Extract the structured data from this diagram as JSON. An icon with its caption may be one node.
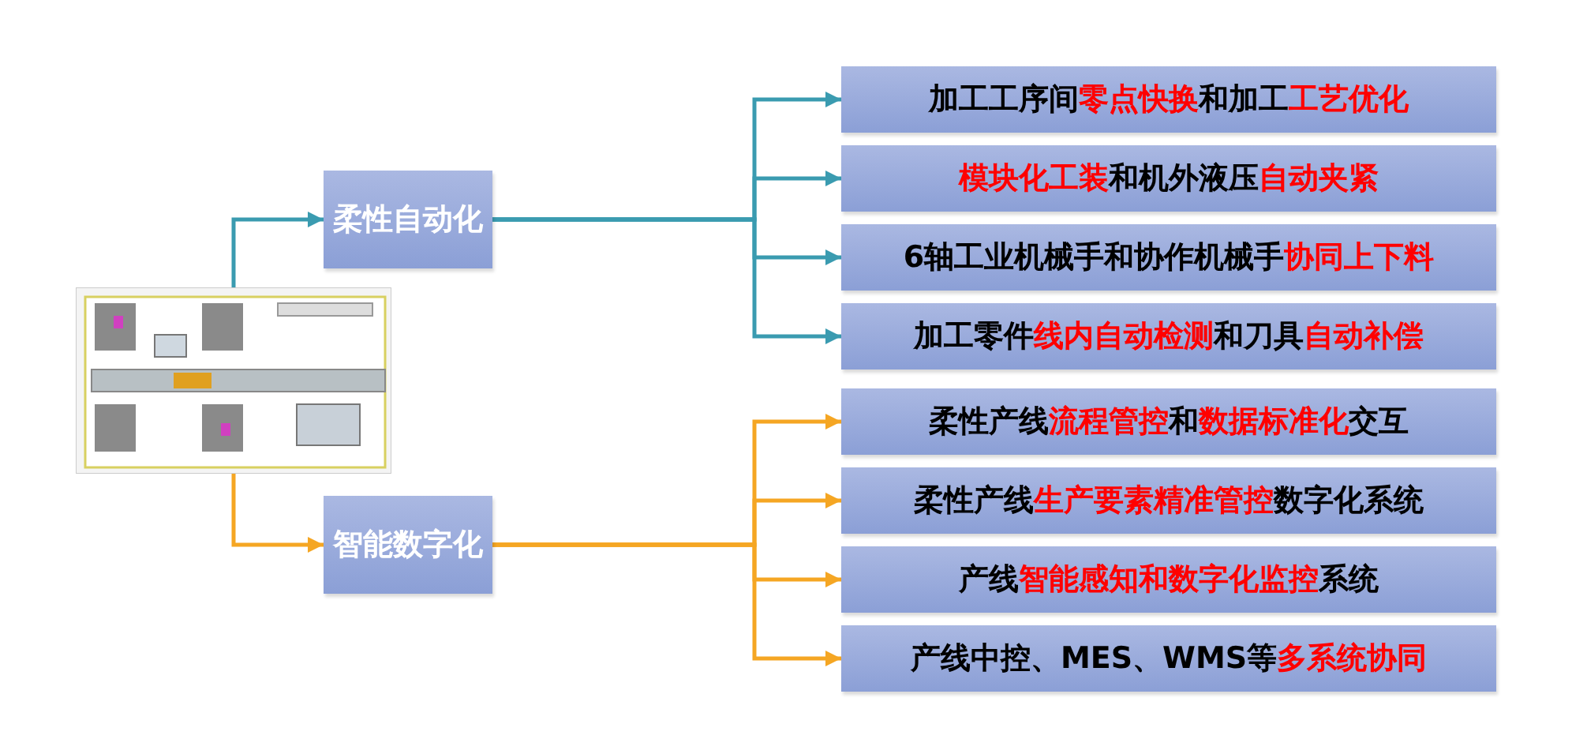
{
  "diagram": {
    "nodes": [
      {
        "text": [],
        "shape": "picture"
      },
      {
        "text": [
          "柔性自动化"
        ]
      },
      {
        "text": [
          "加工工序间**零点快换**和加工**工艺优化**"
        ]
      },
      {
        "text": [
          "**模块化工装**和机外液压**自动夹紧**"
        ]
      },
      {
        "text": [
          "6轴工业机械手和协作机械手**协同上下料**"
        ]
      },
      {
        "text": [
          "加工零件**线内自动检测**和刀具**自动补偿**"
        ]
      },
      {
        "text": [
          "智能数字化"
        ]
      },
      {
        "text": [
          "柔性产线**流程管控**和**数据标准化**交互"
        ]
      },
      {
        "text": [
          "柔性产线**生产要素精准管控**数字化系统"
        ]
      },
      {
        "text": [
          "产线**智能感知和数字化监控**系统"
        ]
      },
      {
        "text": [
          "产线中控、MES、WMS等**多系统协同**"
        ]
      }
    ],
    "edges": [
      {
        "from": 0,
        "to": 1,
        "arrow": "to"
      },
      {
        "from": 1,
        "to": 2,
        "arrow": "to"
      },
      {
        "from": 1,
        "to": 3,
        "arrow": "to"
      },
      {
        "from": 1,
        "to": 4,
        "arrow": "to"
      },
      {
        "from": 1,
        "to": 5,
        "arrow": "to"
      },
      {
        "from": 0,
        "to": 6,
        "arrow": "to",
        "color": "#f5a623"
      },
      {
        "from": 6,
        "to": 7,
        "arrow": "to",
        "color": "#f5a623"
      },
      {
        "from": 6,
        "to": 8,
        "arrow": "to",
        "color": "#f5a623"
      },
      {
        "from": 6,
        "to": 9,
        "arrow": "to",
        "color": "#f5a623"
      },
      {
        "from": 6,
        "to": 10,
        "arrow": "to",
        "color": "#f5a623"
      }
    ]
  }
}
